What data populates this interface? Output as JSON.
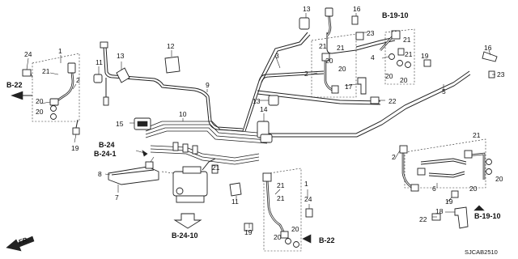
{
  "callouts": {
    "c1a": "1",
    "c1b": "1",
    "c2a": "2",
    "c2b": "2",
    "c3": "3",
    "c4": "4",
    "c5": "5",
    "c6": "6",
    "c7": "7",
    "c8": "8",
    "c9": "9",
    "c10": "10",
    "c11a": "11",
    "c11b": "11",
    "c12": "12",
    "c13a": "13",
    "c13b": "13",
    "c13c": "13",
    "c14": "14",
    "c15": "15",
    "c16a": "16",
    "c16b": "16",
    "c17": "17",
    "c18": "18",
    "c19a": "19",
    "c19b": "19",
    "c19c": "19",
    "c19d": "19",
    "c20a": "20",
    "c20b": "20",
    "c20c": "20",
    "c20d": "20",
    "c20e": "20",
    "c20f": "20",
    "c20g": "20",
    "c20h": "20",
    "c20i": "20",
    "c21a": "21",
    "c21b": "21",
    "c21c": "21",
    "c21d": "21",
    "c21e": "21",
    "c21f": "21",
    "c21g": "21",
    "c21h": "21",
    "c22a": "22",
    "c22b": "22",
    "c23a": "23",
    "c23b": "23",
    "c24a": "24",
    "c24b": "24"
  },
  "refs": {
    "b22a": "B-22",
    "b22b": "B-22",
    "b1910a": "B-19-10",
    "b1910b": "B-19-10",
    "b24": "B-24",
    "b241": "B-24-1",
    "b2410": "B-24-10"
  },
  "fr_label": "FR.",
  "diagram_code": "SJCAB2510"
}
